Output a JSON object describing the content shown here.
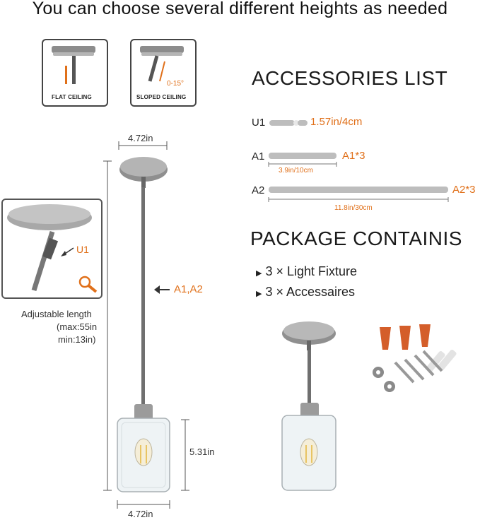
{
  "header": {
    "title": "You can choose several different heights as needed"
  },
  "ceiling_icons": [
    {
      "label": "FLAT CEILING"
    },
    {
      "label": "SLOPED CEILING",
      "angle_label": "0-15°"
    }
  ],
  "fixture": {
    "top_width": "4.72in",
    "bottom_width": "4.72in",
    "shade_height": "5.31in",
    "rod_callout": "A1,A2",
    "adjustable": {
      "line1": "Adjustable length",
      "line2": "(max:55in",
      "line3": "min:13in)"
    },
    "zoom_callout": "U1"
  },
  "accessories": {
    "title": "ACCESSORIES LIST",
    "items": [
      {
        "code": "U1",
        "spec": "1.57in/4cm",
        "qty": ""
      },
      {
        "code": "A1",
        "spec": "3.9in/10cm",
        "qty": "A1*3"
      },
      {
        "code": "A2",
        "spec": "11.8in/30cm",
        "qty": "A2*3"
      }
    ]
  },
  "package": {
    "title": "PACKAGE CONTAINIS",
    "items": [
      {
        "bullet": "▶",
        "text": "3 × Light Fixture"
      },
      {
        "bullet": "▶",
        "text": "3 × Accessaires"
      }
    ]
  },
  "colors": {
    "accent": "#e0701a",
    "metal": "#9a9a9a",
    "rod": "#bdbdbd"
  },
  "icons": [
    "magnifier-icon",
    "arrow-left-icon",
    "bulb-icon"
  ]
}
